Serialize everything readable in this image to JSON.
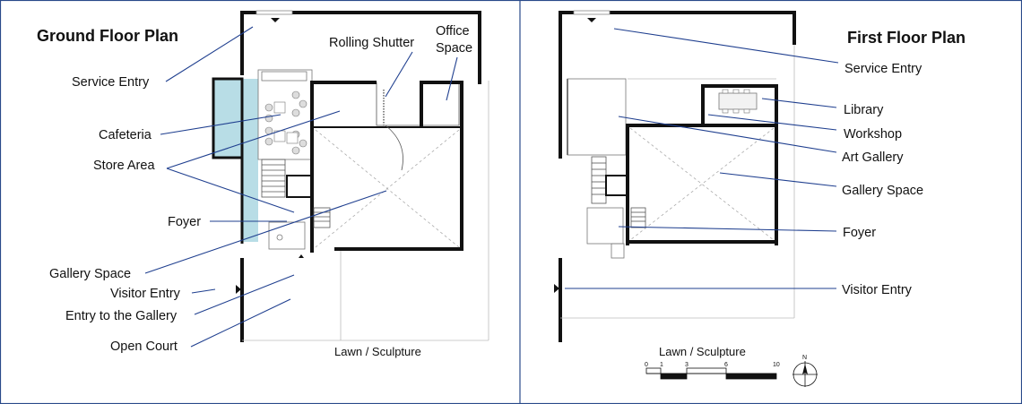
{
  "colors": {
    "frame": "#2a4a8a",
    "leader": "#1f3f8f",
    "water": "#b8dde6",
    "wall": "#111111"
  },
  "ground": {
    "title": "Ground Floor Plan",
    "labels": {
      "service_entry": "Service Entry",
      "cafeteria": "Cafeteria",
      "store_area": "Store Area",
      "foyer": "Foyer",
      "gallery_space": "Gallery Space",
      "visitor_entry": "Visitor Entry",
      "entry_gallery": "Entry to the Gallery",
      "open_court": "Open Court",
      "rolling_shutter": "Rolling Shutter",
      "office_line1": "Office",
      "office_line2": "Space",
      "lawn": "Lawn / Sculpture"
    }
  },
  "first": {
    "title": "First Floor Plan",
    "labels": {
      "service_entry": "Service Entry",
      "library": "Library",
      "workshop": "Workshop",
      "art_gallery": "Art Gallery",
      "gallery_space": "Gallery Space",
      "foyer": "Foyer",
      "visitor_entry": "Visitor Entry",
      "lawn": "Lawn / Sculpture"
    }
  },
  "scale_bar": {
    "ticks": [
      "0",
      "1",
      "3",
      "6",
      "10"
    ]
  },
  "north": {
    "label": "N"
  }
}
